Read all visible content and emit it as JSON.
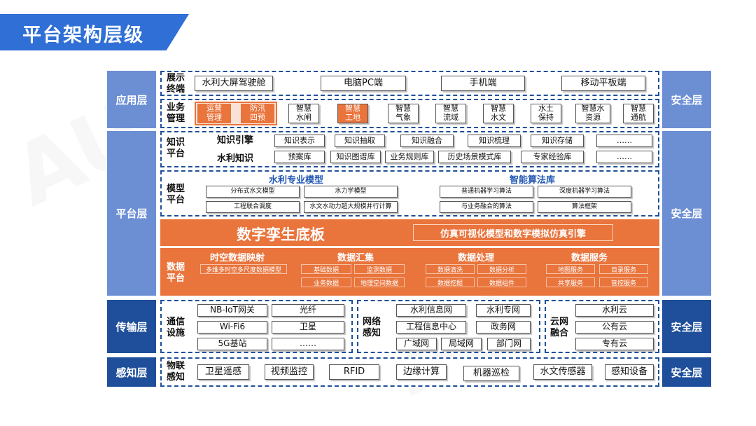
{
  "title": "平台架构层级",
  "left_layers": {
    "app": "应用层",
    "platform": "平台层",
    "transport": "传输层",
    "sensing": "感知层"
  },
  "right_layers": {
    "r1": "安全层",
    "r2": "安全层",
    "r3": "安全层",
    "r4": "安全层"
  },
  "display": {
    "label": "展示\n终端",
    "items": [
      "水利大屏驾驶舱",
      "电脑PC端",
      "手机端",
      "移动平板端"
    ]
  },
  "business": {
    "label": "业务\n管理",
    "items": [
      "运营\n管理",
      "防汛\n四预",
      "智慧\n水闸",
      "智慧\n工地",
      "智慧\n气象",
      "智慧\n流域",
      "智慧\n水文",
      "水土\n保持",
      "智慧水\n资源",
      "智慧\n通航"
    ]
  },
  "knowledge": {
    "label": "知识\n平台",
    "engine_label": "知识引擎",
    "water_label": "水利知识",
    "engine_items": [
      "知识表示",
      "知识抽取",
      "知识融合",
      "知识梳理",
      "知识存储",
      "……"
    ],
    "water_items": [
      "预案库",
      "知识图谱库",
      "业务规则库",
      "历史场景模式库",
      "专家经验库",
      "……"
    ]
  },
  "model": {
    "label": "模型\n平台",
    "water_model_title": "水利专业模型",
    "algo_title": "智能算法库",
    "water_items": [
      "分布式水文模型",
      "水力学模型",
      "工程联合调度",
      "水文水动力超大规模并行计算"
    ],
    "algo_items": [
      "普通机器学习算法",
      "深度机器学习算法",
      "与业务融合的算法",
      "算法框架"
    ]
  },
  "twin": {
    "title": "数字孪生底板",
    "engine": "仿真可视化模型和数字模拟仿真引擎"
  },
  "data_platform": {
    "label": "数据\n平台",
    "groups": [
      {
        "title": "时空数据映射",
        "items": [
          "多维多时空多尺度数据模型"
        ]
      },
      {
        "title": "数据汇集",
        "items": [
          "基础数据",
          "监测数据",
          "业务数据",
          "地理空间数据"
        ]
      },
      {
        "title": "数据处理",
        "items": [
          "数据清洗",
          "数据分析",
          "数据挖掘",
          "数据组件"
        ]
      },
      {
        "title": "数据服务",
        "items": [
          "地图服务",
          "目录服务",
          "共享服务",
          "管控服务"
        ]
      }
    ]
  },
  "comm": {
    "label": "通信\n设施",
    "items": [
      "NB-IoT网关",
      "光纤",
      "Wi-Fi6",
      "卫星",
      "5G基站",
      "……"
    ]
  },
  "network": {
    "label": "网络\n感知",
    "items": [
      "水利信息网",
      "水利专网",
      "工程信息中心",
      "政务网",
      "广域网",
      "局域网",
      "部门网"
    ]
  },
  "cloud": {
    "label": "云网\n融合",
    "items": [
      "水利云",
      "公有云",
      "专有云"
    ]
  },
  "iot": {
    "label": "物联\n感知",
    "items": [
      "卫星遥感",
      "视频监控",
      "RFID",
      "边缘计算",
      "机器巡检",
      "水文传感器",
      "感知设备"
    ]
  },
  "colors": {
    "accent_blue": "#1f4f9a",
    "light_blue": "#6c8fd4",
    "orange": "#e9743c",
    "title_blue": "#2f6fd6"
  }
}
